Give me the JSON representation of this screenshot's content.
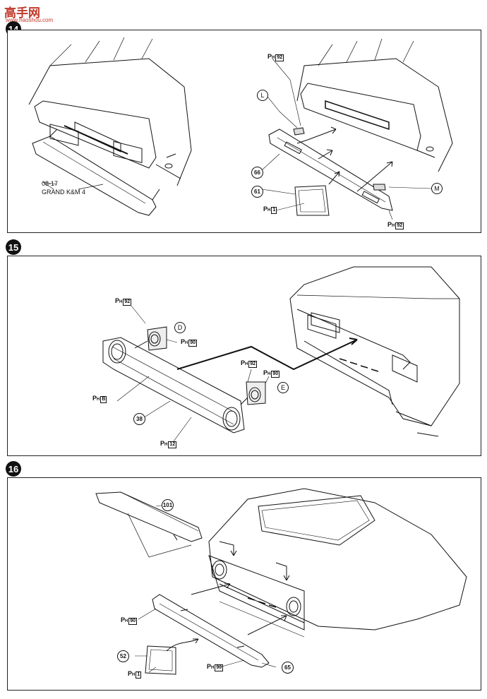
{
  "watermark": {
    "logo_text": "高手网",
    "url_text": "www.haoshou.com"
  },
  "steps": [
    {
      "number": "14"
    },
    {
      "number": "15"
    },
    {
      "number": "16"
    }
  ],
  "step14": {
    "note_code": "08-17",
    "note_name": "GRAND K&M 4",
    "labels": {
      "ph92_a": "92",
      "ph92_b": "92",
      "ph1": "1",
      "part66": "66",
      "part61": "61",
      "letter_l": "L",
      "letter_m": "M"
    }
  },
  "step15": {
    "labels": {
      "ph92_a": "92",
      "ph90_a": "90",
      "ph92_b": "92",
      "ph90_b": "90",
      "ph_b": "B",
      "ph12": "12",
      "part38": "38",
      "letter_d": "D",
      "letter_e": "E"
    }
  },
  "step16": {
    "labels": {
      "part101": "101",
      "ph90_a": "90",
      "ph90_b": "90",
      "part52": "52",
      "ph1": "1",
      "part65": "65"
    }
  },
  "ph_prefix": "P",
  "ph_sub": "H"
}
